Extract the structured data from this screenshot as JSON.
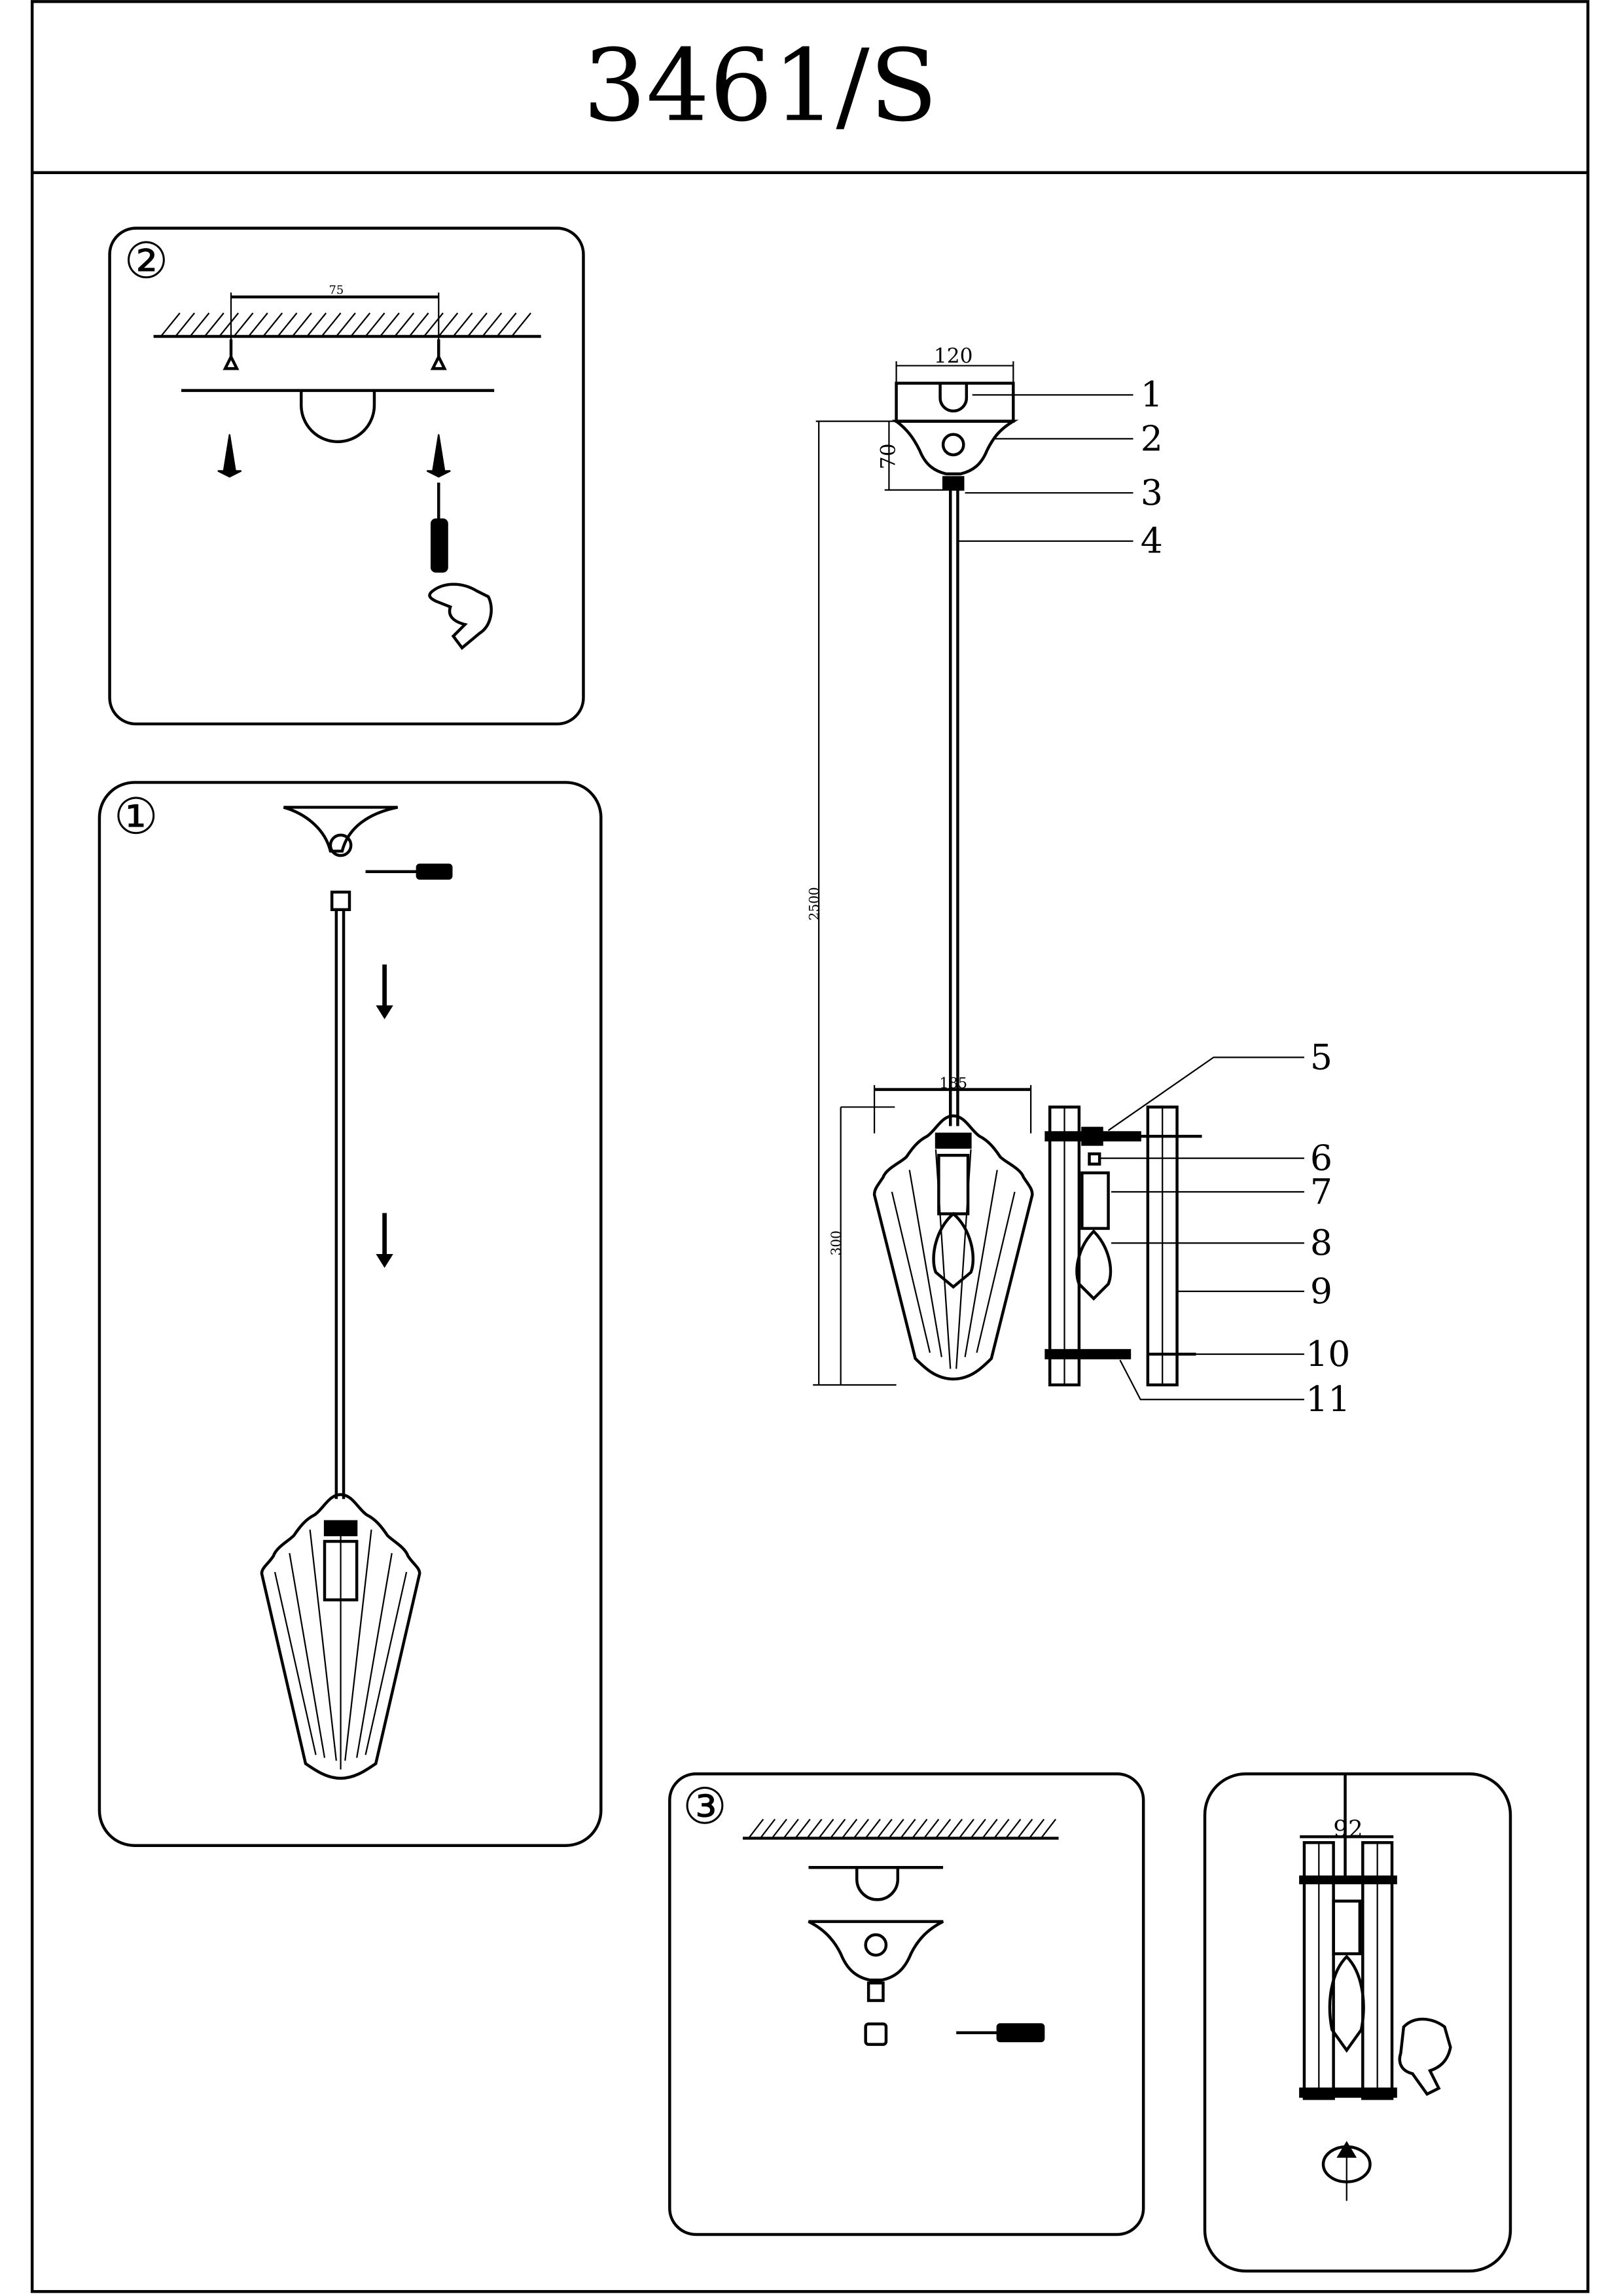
{
  "title": "3461/S",
  "steps": {
    "step1": "①",
    "step2": "②",
    "step3": "③"
  },
  "dimensions": {
    "canopy_width": "120",
    "canopy_height": "70",
    "overall_length": "2500",
    "shade_width": "185",
    "shade_height": "300",
    "mount_spacing": "75",
    "frame_width": "92"
  },
  "part_numbers": [
    "1",
    "2",
    "3",
    "4",
    "5",
    "6",
    "7",
    "8",
    "9",
    "10",
    "11"
  ]
}
